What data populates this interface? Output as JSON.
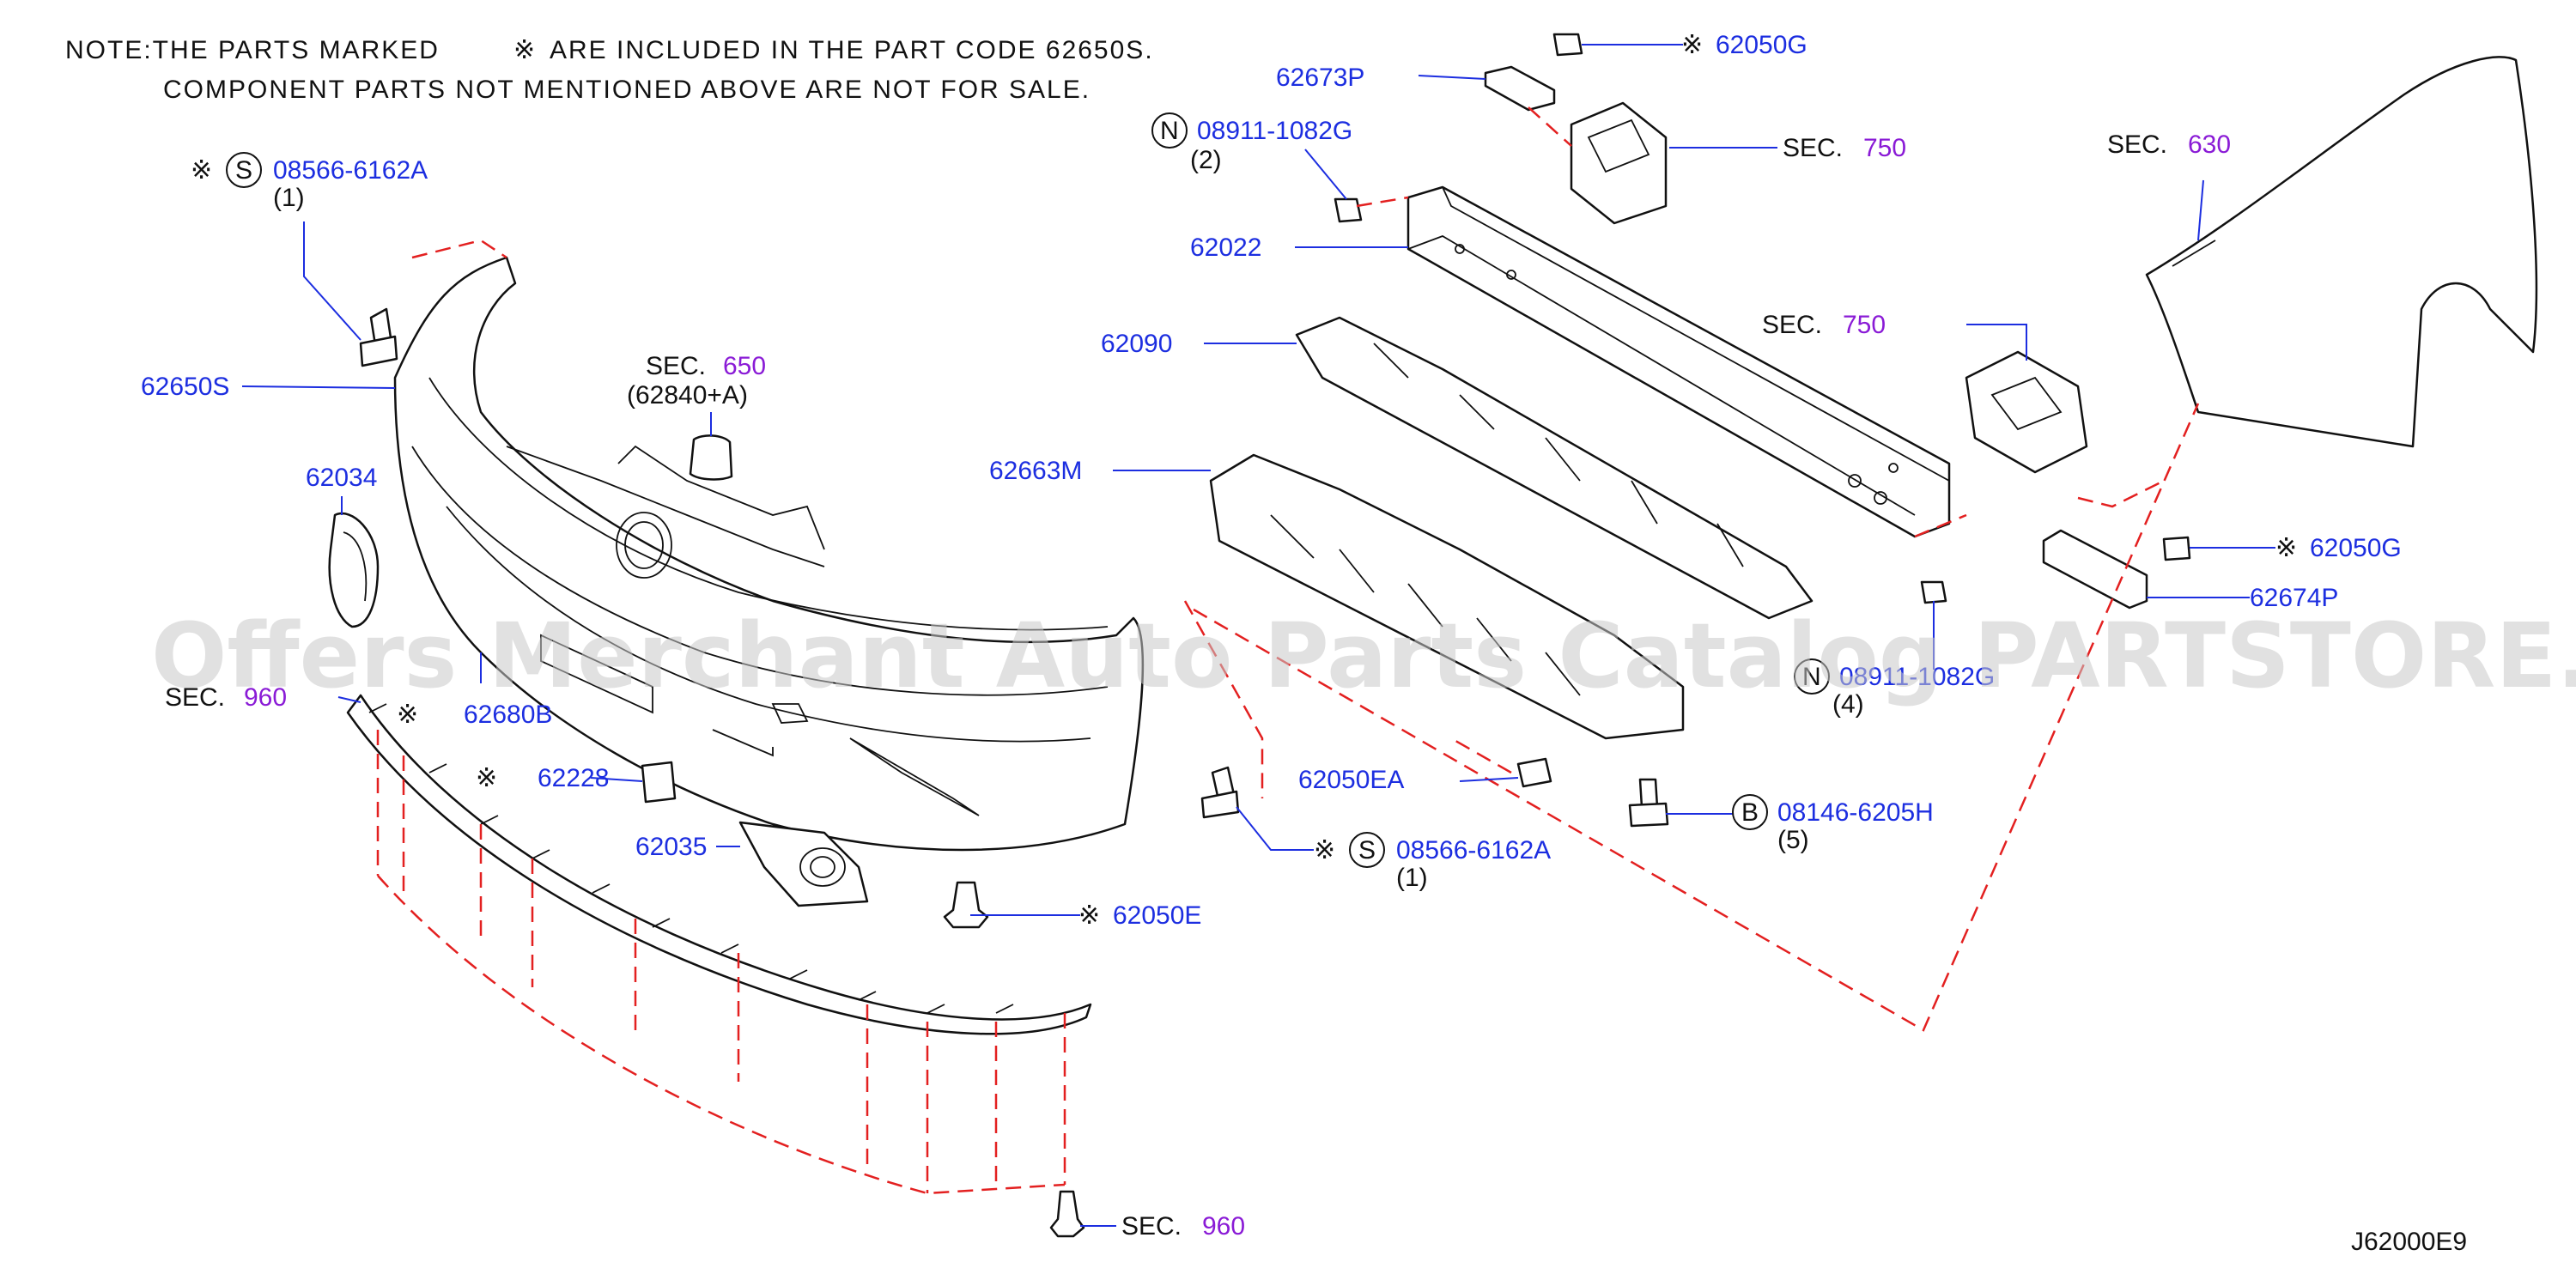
{
  "notes": [
    "NOTE:THE PARTS MARKED",
    "ARE INCLUDED IN THE PART CODE 62650S.",
    "COMPONENT PARTS NOT MENTIONED ABOVE ARE NOT FOR SALE."
  ],
  "diagram_code": "J62000E9",
  "watermark": "Offers Merchant Auto Parts Catalog PARTSTORE.SA",
  "symbols": {
    "kome": "※"
  },
  "parts": {
    "p_08566_top": {
      "code": "08566-6162A",
      "prefix": "S",
      "qty": "(1)",
      "kome": true
    },
    "p_62650S": {
      "code": "62650S"
    },
    "p_62034": {
      "code": "62034"
    },
    "p_sec960_left": {
      "sec": "SEC.",
      "num": "960"
    },
    "p_62680B": {
      "code": "62680B",
      "kome": true
    },
    "p_62228": {
      "code": "62228",
      "kome": true
    },
    "p_62035": {
      "code": "62035"
    },
    "p_62050E": {
      "code": "62050E",
      "kome": true
    },
    "p_sec960_bottom": {
      "sec": "SEC.",
      "num": "960"
    },
    "p_sec650": {
      "sec": "SEC.",
      "num": "650",
      "sub": "(62840+A)"
    },
    "p_62673P": {
      "code": "62673P"
    },
    "p_62050G_top": {
      "code": "62050G",
      "kome": true
    },
    "p_08911_top": {
      "code": "08911-1082G",
      "prefix": "N",
      "qty": "(2)"
    },
    "p_sec750_top": {
      "sec": "SEC.",
      "num": "750"
    },
    "p_62022": {
      "code": "62022"
    },
    "p_62090": {
      "code": "62090"
    },
    "p_62663M": {
      "code": "62663M"
    },
    "p_sec750_mid": {
      "sec": "SEC.",
      "num": "750"
    },
    "p_sec630": {
      "sec": "SEC.",
      "num": "630"
    },
    "p_62050G_right": {
      "code": "62050G",
      "kome": true
    },
    "p_62674P": {
      "code": "62674P"
    },
    "p_08911_low": {
      "code": "08911-1082G",
      "prefix": "N",
      "qty": "(4)"
    },
    "p_62050EA": {
      "code": "62050EA"
    },
    "p_08566_low": {
      "code": "08566-6162A",
      "prefix": "S",
      "qty": "(1)",
      "kome": true
    },
    "p_08146": {
      "code": "08146-6205H",
      "prefix": "B",
      "qty": "(5)"
    }
  }
}
